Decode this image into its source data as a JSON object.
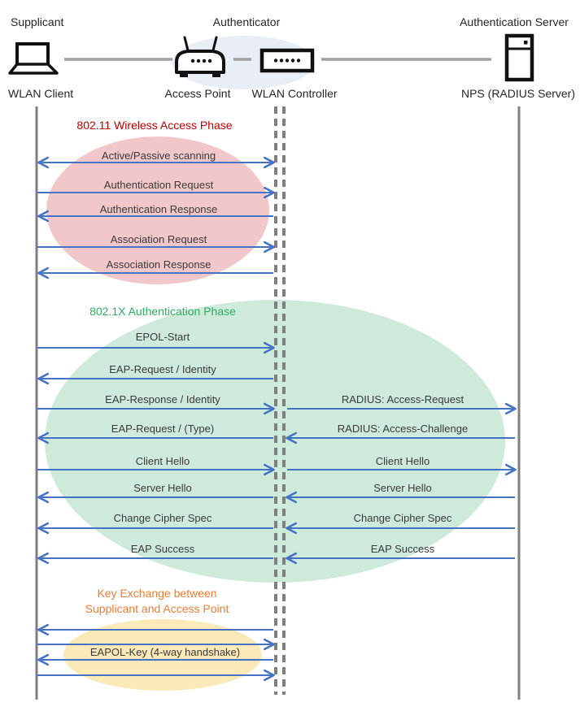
{
  "diagram": {
    "type": "sequence-diagram",
    "roles": {
      "supplicant": "Supplicant",
      "authenticator": "Authenticator",
      "auth_server": "Authentication Server"
    },
    "nodes": {
      "wlan_client": "WLAN Client",
      "access_point": "Access Point",
      "wlan_controller": "WLAN Controller",
      "nps": "NPS (RADIUS Server)"
    },
    "icons": {
      "wlan_client": "laptop-icon",
      "access_point": "wireless-router-icon",
      "wlan_controller": "controller-box-icon",
      "nps": "server-tower-icon"
    },
    "phase1": {
      "title": "802.11 Wireless Access Phase",
      "title_color": "#C00000",
      "fill": "#F2C7CA",
      "messages": [
        {
          "label": "Active/Passive scanning",
          "direction": "both"
        },
        {
          "label": "Authentication Request",
          "direction": "right"
        },
        {
          "label": "Authentication Response",
          "direction": "left"
        },
        {
          "label": "Association Request",
          "direction": "right"
        },
        {
          "label": "Association Response",
          "direction": "left"
        }
      ]
    },
    "phase2": {
      "title": "802.1X Authentication Phase",
      "title_color": "#2EAB60",
      "fill": "#CDEADB",
      "left_messages": [
        {
          "label": "EPOL-Start",
          "direction": "right"
        },
        {
          "label": "EAP-Request / Identity",
          "direction": "left"
        },
        {
          "label": "EAP-Response / Identity",
          "direction": "right"
        },
        {
          "label": "EAP-Request / (Type)",
          "direction": "left"
        },
        {
          "label": "Client Hello",
          "direction": "right"
        },
        {
          "label": "Server Hello",
          "direction": "left"
        },
        {
          "label": "Change Cipher Spec",
          "direction": "left"
        },
        {
          "label": "EAP Success",
          "direction": "left"
        }
      ],
      "right_messages": [
        {
          "label": "RADIUS: Access-Request",
          "direction": "right"
        },
        {
          "label": "RADIUS: Access-Challenge",
          "direction": "left"
        },
        {
          "label": "Client Hello",
          "direction": "right"
        },
        {
          "label": "Server Hello",
          "direction": "left"
        },
        {
          "label": "Change Cipher Spec",
          "direction": "left"
        },
        {
          "label": "EAP Success",
          "direction": "left"
        }
      ]
    },
    "phase3": {
      "title_line1": "Key Exchange between",
      "title_line2": "Supplicant and Access Point",
      "title_color": "#ED7D31",
      "fill": "#FCE9B8",
      "message": {
        "label": "EAPOL-Key (4-way handshake)"
      },
      "arrow_directions": [
        "left",
        "right",
        "left",
        "right"
      ]
    },
    "colors": {
      "arrow": "#4472C4",
      "lifeline": "#7F7F7F",
      "topology_link": "#A0A0A0",
      "authenticator_halo": "#E9EDF6",
      "icon_stroke": "#111111"
    }
  }
}
